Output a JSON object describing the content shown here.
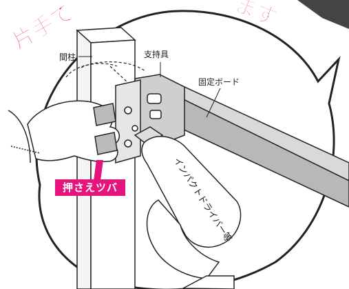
{
  "headline": {
    "left_text": "片手で",
    "right_text": "ます。"
  },
  "labels": {
    "stud": "間柱",
    "bracket": "支持具",
    "board": "固定ボード",
    "flange": "押さえツバ",
    "driver": "インパクトドライバー等"
  },
  "colors": {
    "accent": "#e6157e",
    "board": "#b8b8b8",
    "line": "#222222",
    "dark_shape": "#444444"
  }
}
